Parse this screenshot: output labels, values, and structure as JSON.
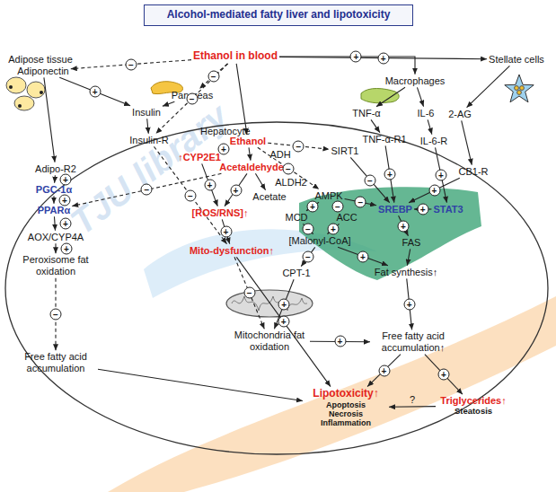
{
  "diagram": {
    "title": "Alcohol-mediated fatty liver and lipotoxicity",
    "nodes": [
      {
        "text": [
          "Adipose tissue"
        ]
      },
      {
        "text": [
          "Adiponectin"
        ]
      },
      {
        "text": [
          "Ethanol in blood"
        ]
      },
      {
        "text": [
          "Pancreas"
        ]
      },
      {
        "text": [
          "Insulin"
        ]
      },
      {
        "text": [
          "Stellate cells"
        ]
      },
      {
        "text": [
          "Macrophages"
        ]
      },
      {
        "text": [
          "TNF-α"
        ]
      },
      {
        "text": [
          "IL-6"
        ]
      },
      {
        "text": [
          "2-AG"
        ]
      },
      {
        "text": [
          "Hepatocyte"
        ]
      },
      {
        "text": [
          "Insulin-R"
        ],
        "in": 10
      },
      {
        "text": [
          "Ethanol"
        ],
        "in": 10
      },
      {
        "text": [
          "↑CYP2E1"
        ],
        "in": 10
      },
      {
        "text": [
          "Acetaldehyde"
        ],
        "in": 10
      },
      {
        "text": [
          "Acetate"
        ],
        "in": 10
      },
      {
        "text": [
          "TNF-α-R1"
        ],
        "in": 10
      },
      {
        "text": [
          "SIRT1"
        ],
        "in": 10
      },
      {
        "text": [
          "IL-6-R"
        ],
        "in": 10
      },
      {
        "text": [
          "CB1-R"
        ],
        "in": 10
      },
      {
        "text": [
          "Adipo-R2"
        ],
        "in": 10
      },
      {
        "text": [
          "PGC-1α"
        ],
        "in": 10
      },
      {
        "text": [
          "PPARα"
        ],
        "in": 10
      },
      {
        "text": [
          "AOX/CYP4A"
        ],
        "in": 10
      },
      {
        "text": [
          "Peroxisome fat oxidation"
        ],
        "in": 10
      },
      {
        "text": [
          "[ROS/RNS]↑"
        ],
        "in": 10
      },
      {
        "text": [
          "AMPK"
        ],
        "in": 10
      },
      {
        "text": [
          "MCD"
        ],
        "in": 10
      },
      {
        "text": [
          "ACC"
        ],
        "in": 10
      },
      {
        "text": [
          "SREBP"
        ],
        "in": 10
      },
      {
        "text": [
          "STAT3"
        ],
        "in": 10
      },
      {
        "text": [
          "[Malonyl-CoA]"
        ],
        "in": 10
      },
      {
        "text": [
          "FAS"
        ],
        "in": 10
      },
      {
        "text": [
          "Mito-dysfunction↑"
        ],
        "in": 10
      },
      {
        "text": [
          "Fat synthesis↑"
        ],
        "in": 10
      },
      {
        "text": [
          "CPT-1"
        ],
        "in": 10
      },
      {
        "text": [
          "Mitochondria fat oxidation"
        ],
        "in": 10
      },
      {
        "text": [
          "Free fatty acid accumulation↑"
        ],
        "in": 10
      },
      {
        "text": [
          "Free fatty acid accumulation"
        ],
        "in": 10
      },
      {
        "text": [
          "Lipotoxicity↑",
          "Apoptosis Necrosis Inflammation"
        ],
        "in": 10
      },
      {
        "text": [
          "Triglycerides↑",
          "Steatosis"
        ],
        "in": 10
      }
    ],
    "edges": [
      {
        "from": 2,
        "to": 1,
        "arrow": "to",
        "label": "−"
      },
      {
        "from": 2,
        "to": 3,
        "arrow": "to",
        "label": "−"
      },
      {
        "from": 2,
        "to": 11,
        "arrow": "to",
        "label": "−"
      },
      {
        "from": 2,
        "to": 12,
        "arrow": "to"
      },
      {
        "from": 2,
        "to": 6,
        "arrow": "to",
        "label": "+"
      },
      {
        "from": 2,
        "to": 5,
        "arrow": "to",
        "label": "+"
      },
      {
        "from": 1,
        "to": 4,
        "arrow": "to",
        "label": "+"
      },
      {
        "from": 3,
        "to": 4,
        "arrow": "to"
      },
      {
        "from": 4,
        "to": 11,
        "arrow": "to"
      },
      {
        "from": 1,
        "to": 20,
        "arrow": "to"
      },
      {
        "from": 20,
        "to": 21,
        "arrow": "to",
        "label": "+"
      },
      {
        "from": 21,
        "to": 22,
        "arrow": "to",
        "label": "+"
      },
      {
        "from": 22,
        "to": 23,
        "arrow": "to",
        "label": "+"
      },
      {
        "from": 23,
        "to": 24,
        "arrow": "to",
        "label": "+"
      },
      {
        "from": 24,
        "to": 38,
        "arrow": "to",
        "label": "−"
      },
      {
        "from": 38,
        "to": 39,
        "arrow": "to"
      },
      {
        "from": 12,
        "to": 13,
        "arrow": "to",
        "label": "+"
      },
      {
        "from": 12,
        "to": 14,
        "arrow": "to",
        "label": "ADH"
      },
      {
        "from": 14,
        "to": 15,
        "arrow": "to",
        "label": "ALDH2"
      },
      {
        "from": 14,
        "to": 22,
        "arrow": "to",
        "label": "−"
      },
      {
        "from": 13,
        "to": 25,
        "arrow": "to",
        "label": "+"
      },
      {
        "from": 14,
        "to": 25,
        "arrow": "to",
        "label": "+"
      },
      {
        "from": 25,
        "to": 33,
        "arrow": "to",
        "label": "+"
      },
      {
        "from": 11,
        "to": 33,
        "arrow": "to",
        "label": "−"
      },
      {
        "from": 12,
        "to": 17,
        "arrow": "to",
        "label": "−"
      },
      {
        "from": 12,
        "to": 26,
        "arrow": "to",
        "label": "−"
      },
      {
        "from": 6,
        "to": 7,
        "arrow": "to"
      },
      {
        "from": 6,
        "to": 8,
        "arrow": "to"
      },
      {
        "from": 5,
        "to": 9,
        "arrow": "to"
      },
      {
        "from": 7,
        "to": 16,
        "arrow": "to"
      },
      {
        "from": 8,
        "to": 18,
        "arrow": "to"
      },
      {
        "from": 9,
        "to": 19,
        "arrow": "to"
      },
      {
        "from": 16,
        "to": 29,
        "arrow": "to",
        "label": "+"
      },
      {
        "from": 17,
        "to": 29,
        "arrow": "to",
        "label": "−"
      },
      {
        "from": 26,
        "to": 29,
        "arrow": "to",
        "label": "−"
      },
      {
        "from": 18,
        "to": 30,
        "arrow": "to",
        "label": "+"
      },
      {
        "from": 30,
        "to": 29,
        "arrow": "to",
        "label": "+"
      },
      {
        "from": 19,
        "to": 29,
        "arrow": "to",
        "label": "+"
      },
      {
        "from": 26,
        "to": 27,
        "arrow": "to",
        "label": "+"
      },
      {
        "from": 26,
        "to": 28,
        "arrow": "to",
        "label": "−"
      },
      {
        "from": 27,
        "to": 31,
        "arrow": "to",
        "label": "−"
      },
      {
        "from": 28,
        "to": 31,
        "arrow": "to",
        "label": "+"
      },
      {
        "from": 31,
        "to": 35,
        "arrow": "to",
        "label": "−"
      },
      {
        "from": 31,
        "to": 34,
        "arrow": "to",
        "label": "+"
      },
      {
        "from": 29,
        "to": 32,
        "arrow": "to",
        "label": "+"
      },
      {
        "from": 32,
        "to": 34,
        "arrow": "to"
      },
      {
        "from": 35,
        "to": 36,
        "arrow": "to",
        "label": "+"
      },
      {
        "from": 33,
        "to": 36,
        "arrow": "to",
        "label": "−"
      },
      {
        "from": 34,
        "to": 37,
        "arrow": "to",
        "label": "+"
      },
      {
        "from": 36,
        "to": 37,
        "arrow": "to",
        "label": "+"
      },
      {
        "from": 37,
        "to": 39,
        "arrow": "to",
        "label": "+"
      },
      {
        "from": 37,
        "to": 40,
        "arrow": "to",
        "label": "+"
      },
      {
        "from": 40,
        "to": 39,
        "arrow": "to",
        "label": "?"
      },
      {
        "from": 33,
        "to": 39,
        "arrow": "to",
        "label": "+"
      }
    ],
    "labels": [
      "TJU library"
    ]
  }
}
